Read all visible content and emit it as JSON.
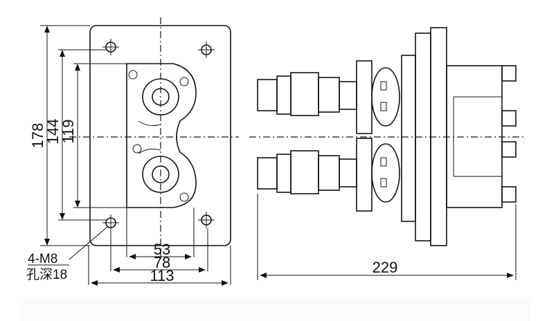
{
  "dimensions": {
    "height_total": "178",
    "hole_spacing_vertical": "144",
    "module_height": "119",
    "inner_width": "53",
    "hole_spacing_horizontal": "78",
    "width_total": "113",
    "length_total": "229"
  },
  "annotations": {
    "thread": "4-M8",
    "hole_depth": "孔深18"
  }
}
